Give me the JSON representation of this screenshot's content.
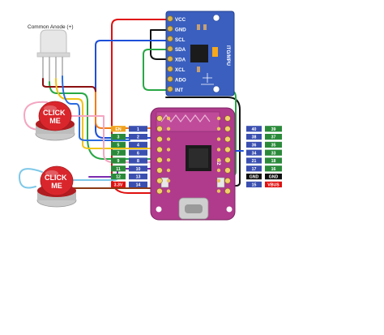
{
  "led": {
    "title": "Common Anode (+)"
  },
  "buttons": [
    {
      "label": "CLICK\nME"
    },
    {
      "label": "CLICK\nME"
    }
  ],
  "mpu": {
    "pins": [
      "VCC",
      "GND",
      "SCL",
      "SDA",
      "XDA",
      "XCL",
      "ADO",
      "INT"
    ],
    "chip_label": "ITG/MPU"
  },
  "board": {
    "name": "S2",
    "left_pins": [
      {
        "name": "EN",
        "num": "1"
      },
      {
        "name": "3",
        "num": "2"
      },
      {
        "name": "5",
        "num": "4"
      },
      {
        "name": "7",
        "num": "6"
      },
      {
        "name": "9",
        "num": "8"
      },
      {
        "name": "11",
        "num": "10"
      },
      {
        "name": "12",
        "num": "13"
      },
      {
        "name": "3.3V",
        "num": "14"
      }
    ],
    "right_pins": [
      {
        "num": "40",
        "name": "39"
      },
      {
        "num": "38",
        "name": "37"
      },
      {
        "num": "36",
        "name": "35"
      },
      {
        "num": "34",
        "name": "33"
      },
      {
        "num": "21",
        "name": "18"
      },
      {
        "num": "17",
        "name": "16"
      },
      {
        "num": "GND",
        "name": "GND"
      },
      {
        "num": "15",
        "name": "VBUS"
      }
    ]
  },
  "colors": {
    "board": "#b03a8c",
    "button": "#d9262c",
    "wire_red": "#e01010",
    "wire_black": "#111111",
    "wire_blue": "#1d4fd8",
    "wire_green": "#28a745",
    "wire_yellow": "#f0c419",
    "wire_orange": "#f07d1a",
    "wire_brown": "#8a3a14",
    "wire_pink": "#f4a6c2",
    "wire_lightblue": "#7ec8e8",
    "wire_purple": "#7c2bb0"
  }
}
